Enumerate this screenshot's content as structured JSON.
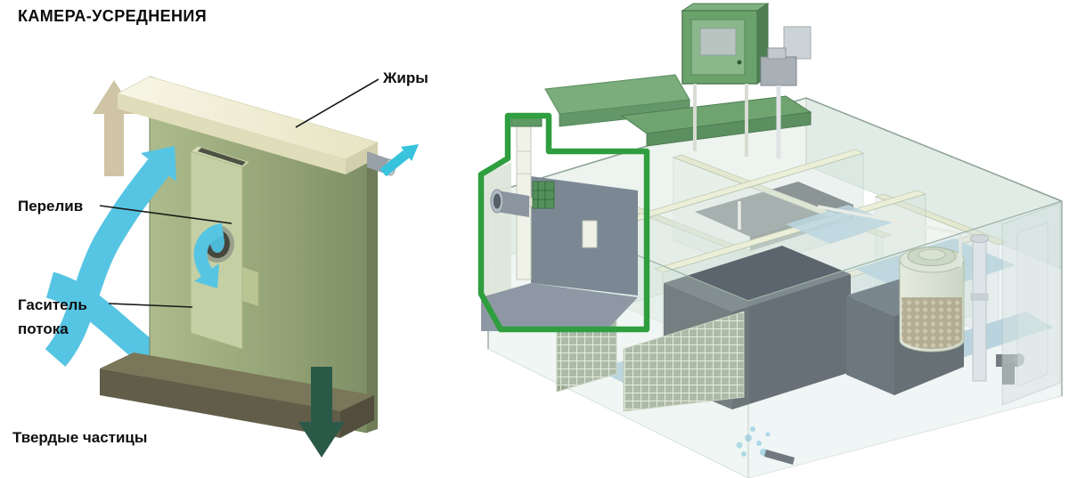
{
  "title": "КАМЕРА-УСРЕДНЕНИЯ",
  "diagram": {
    "labels": {
      "fats": "Жиры",
      "overflow": "Перелив",
      "flow_damper": "Гаситель\nпотока",
      "solid_particles": "Твердые частицы"
    }
  },
  "colors": {
    "flow_blue": "#56c5e3",
    "outlet_cyan": "#38c3dc",
    "inflow_tan": "#cfc4a4",
    "outflow_dark_green": "#2b5948",
    "panel_green": "#95a577",
    "lip_cream": "#f3f1da",
    "base_brown": "#615d49",
    "highlight_green": "#2f9e3f",
    "equipment_green": "#6ba26c",
    "water_blue": "#a9cbdb",
    "media_dark_gray": "#474e56"
  }
}
